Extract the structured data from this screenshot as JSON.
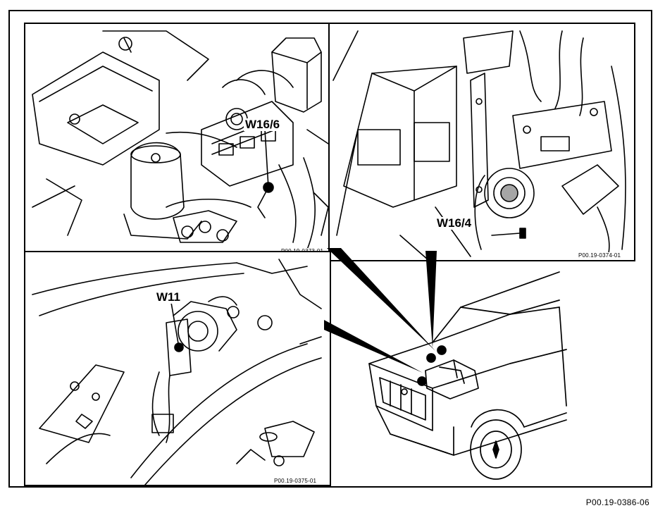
{
  "figure_id": "P00.19-0386-06",
  "panels": {
    "top_left": {
      "label": "W16/6",
      "code": "P00.19-0373-01"
    },
    "top_right": {
      "label": "W16/4",
      "code": "P00.19-0374-01"
    },
    "bottom_left": {
      "label": "W11",
      "code": "P00.19-0375-01"
    }
  },
  "colors": {
    "ink": "#000000",
    "paper": "#ffffff"
  }
}
